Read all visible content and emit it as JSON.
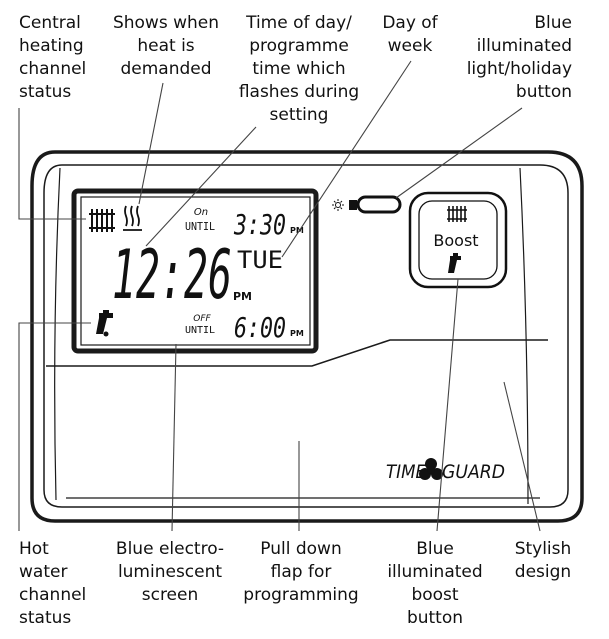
{
  "callouts": {
    "central_heating": "Central\nheating\nchannel\nstatus",
    "shows_when": "Shows when\nheat is\ndemanded",
    "time_of_day": "Time of day/\nprogramme\ntime which\nflashes during\nsetting",
    "day_of_week": "Day of\nweek",
    "blue_light": "Blue\nilluminated\nlight/holiday\nbutton",
    "hot_water": "Hot\nwater\nchannel\nstatus",
    "blue_screen": "Blue electro-\nluminescent\nscreen",
    "pull_down": "Pull down\nflap for\nprogramming",
    "blue_boost": "Blue\nilluminated\nboost\nbutton",
    "stylish": "Stylish\ndesign"
  },
  "display": {
    "on_label": "On",
    "until_label_1": "UNTIL",
    "on_until_time": "3:30",
    "pm_1": "PM",
    "clock_time": "12:26",
    "day": "TUE",
    "pm_2": "PM",
    "off_label": "OFF",
    "until_label_2": "UNTIL",
    "off_until_time": "6:00",
    "pm_3": "PM"
  },
  "boost_button": {
    "label": "Boost"
  },
  "brand": {
    "left": "TIME",
    "right": "GUARD"
  },
  "icons": {
    "radiator": "radiator-icon",
    "heat_waves": "heat-demand-icon",
    "tap": "tap-icon",
    "sun": "sun-icon",
    "light_button": "light-holiday-button"
  }
}
